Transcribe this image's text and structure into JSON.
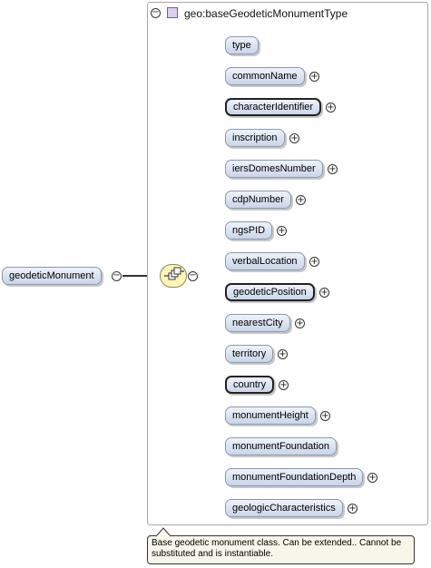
{
  "root": {
    "label": "geodeticMonument"
  },
  "type": {
    "name": "geo:baseGeodeticMonumentType"
  },
  "elements": [
    {
      "label": "type",
      "bold": false,
      "expandable": false
    },
    {
      "label": "commonName",
      "bold": false,
      "expandable": true
    },
    {
      "label": "characterIdentifier",
      "bold": true,
      "expandable": true
    },
    {
      "label": "inscription",
      "bold": false,
      "expandable": true
    },
    {
      "label": "iersDomesNumber",
      "bold": false,
      "expandable": true
    },
    {
      "label": "cdpNumber",
      "bold": false,
      "expandable": true
    },
    {
      "label": "ngsPID",
      "bold": false,
      "expandable": true
    },
    {
      "label": "verbalLocation",
      "bold": false,
      "expandable": true
    },
    {
      "label": "geodeticPosition",
      "bold": true,
      "expandable": true
    },
    {
      "label": "nearestCity",
      "bold": false,
      "expandable": true
    },
    {
      "label": "territory",
      "bold": false,
      "expandable": true
    },
    {
      "label": "country",
      "bold": true,
      "expandable": true
    },
    {
      "label": "monumentHeight",
      "bold": false,
      "expandable": true
    },
    {
      "label": "monumentFoundation",
      "bold": false,
      "expandable": false
    },
    {
      "label": "monumentFoundationDepth",
      "bold": false,
      "expandable": true
    },
    {
      "label": "geologicCharacteristics",
      "bold": false,
      "expandable": true
    }
  ],
  "documentation": "Base geodetic monument class. Can be extended.. Cannot be substituted and is instantiable.",
  "colors": {
    "element_fill": "#c9d5e8",
    "sequence_fill": "#fff6b8",
    "type_icon": "#d9d0f2"
  }
}
